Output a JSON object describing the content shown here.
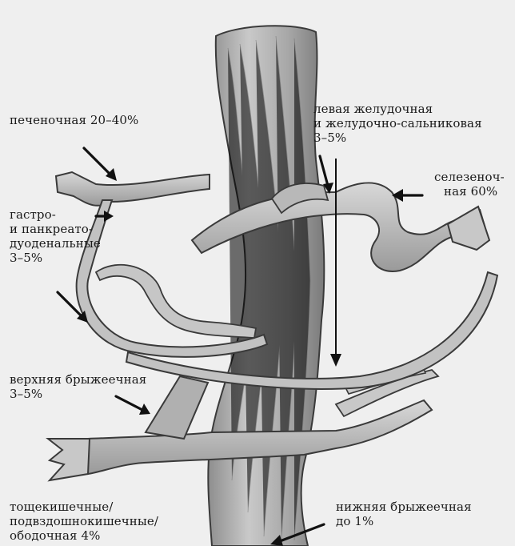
{
  "labels": {
    "hepatic": "печеночная 20–40%",
    "left_gastric_l1": "левая желудочная",
    "left_gastric_l2": "и желудочно-сальниковая",
    "left_gastric_l3": "3–5%",
    "splenic_l1": "селезеноч-",
    "splenic_l2": "ная 60%",
    "gastro_l1": "гастро-",
    "gastro_l2": "и панкреато-",
    "gastro_l3": "дуоденальные",
    "gastro_l4": "3–5%",
    "superior_mesenteric_l1": "верхняя брыжеечная",
    "superior_mesenteric_l2": "3–5%",
    "jejunal_l1": "тощекишечные/",
    "jejunal_l2": "подвздошнокишечные/",
    "jejunal_l3": "ободочная 4%",
    "inferior_mesenteric_l1": "нижняя брыжеечная",
    "inferior_mesenteric_l2": "до 1%"
  },
  "colors": {
    "background": "#efefef",
    "vessel_fill": "#bdbdbd",
    "vessel_stroke": "#3a3a3a",
    "vein_fill": "#a9a9a9",
    "text": "#1a1a1a",
    "arrow": "#111111"
  }
}
